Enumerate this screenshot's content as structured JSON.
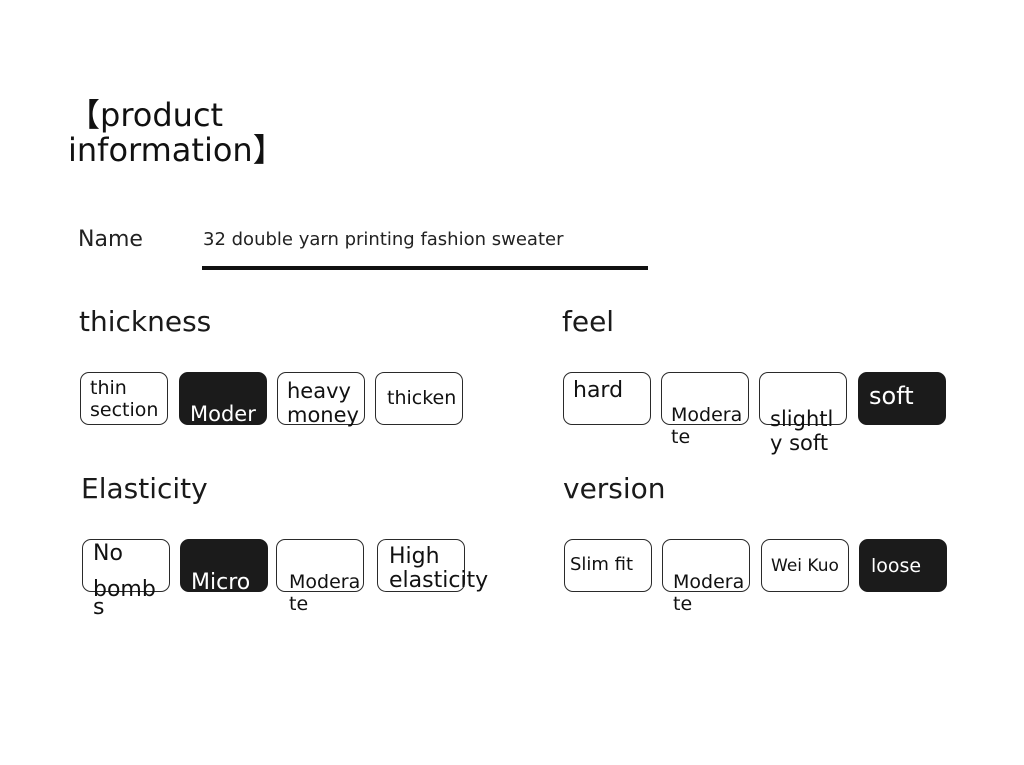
{
  "title": "【product\ninformation】",
  "name": {
    "label": "Name",
    "value": "32 double yarn printing fashion sweater"
  },
  "sections": {
    "thickness": {
      "title": "thickness",
      "options": [
        "thin\nsection",
        "Moder",
        "heavy\nmoney",
        "thicken"
      ],
      "selected": "Moder"
    },
    "feel": {
      "title": "feel",
      "options": [
        "hard",
        "Modera\nte",
        "slightl\ny soft",
        "soft"
      ],
      "selected": "soft"
    },
    "elasticity": {
      "title": "Elasticity",
      "options": [
        "No\n\nbomb\ns",
        "Micro",
        "Modera\nte",
        "High\nelasticity"
      ],
      "selected": "Micro"
    },
    "version": {
      "title": "version",
      "options": [
        "Slim fit",
        "Modera\nte",
        "Wei Kuo",
        "loose"
      ],
      "selected": "loose"
    }
  },
  "colors": {
    "selected_bg": "#1b1b1b",
    "border": "#2a2a2a",
    "underline": "#111111"
  }
}
